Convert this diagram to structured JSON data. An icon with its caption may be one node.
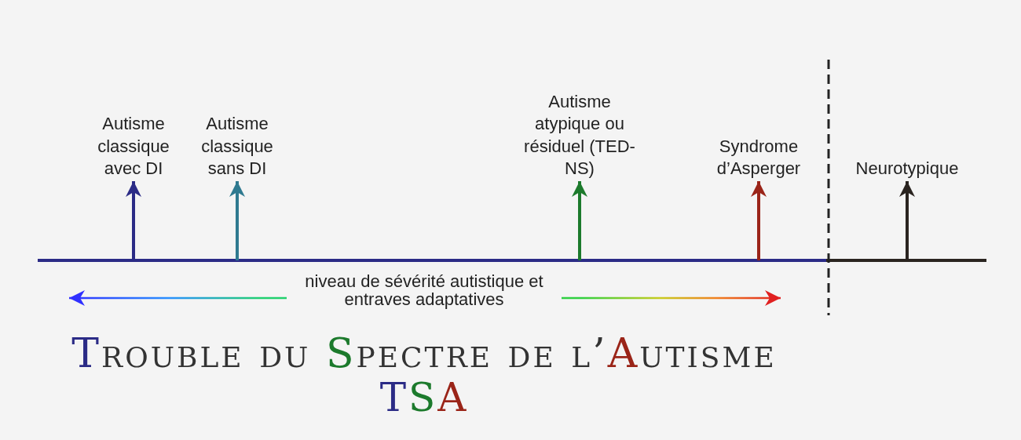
{
  "diagram": {
    "title": "Trouble du Spectre de l’Autisme",
    "caption": "TSA",
    "nodes": [
      {
        "text": [
          "Autisme classique avec DI"
        ]
      },
      {
        "text": [
          "Autisme classique sans DI"
        ]
      },
      {
        "text": [
          "Autisme atypique ou résiduel (TED-NS)"
        ]
      },
      {
        "text": [
          "Syndrome d’Asperger"
        ]
      },
      {
        "text": [
          "Neurotypique"
        ]
      }
    ],
    "edges": [
      {
        "from": null,
        "to": 0,
        "arrow": "to",
        "color": "#2b2b86"
      },
      {
        "from": null,
        "to": 1,
        "arrow": "to",
        "color": "#2f7a90"
      },
      {
        "from": null,
        "to": 2,
        "arrow": "to",
        "color": "#1c7a2c"
      },
      {
        "from": null,
        "to": 3,
        "arrow": "to",
        "color": "#9a2418"
      },
      {
        "from": null,
        "to": 4,
        "arrow": "to",
        "color": "#2a2420"
      }
    ],
    "labels": [
      "niveau de sévérité autistique et entraves adaptatives"
    ]
  }
}
